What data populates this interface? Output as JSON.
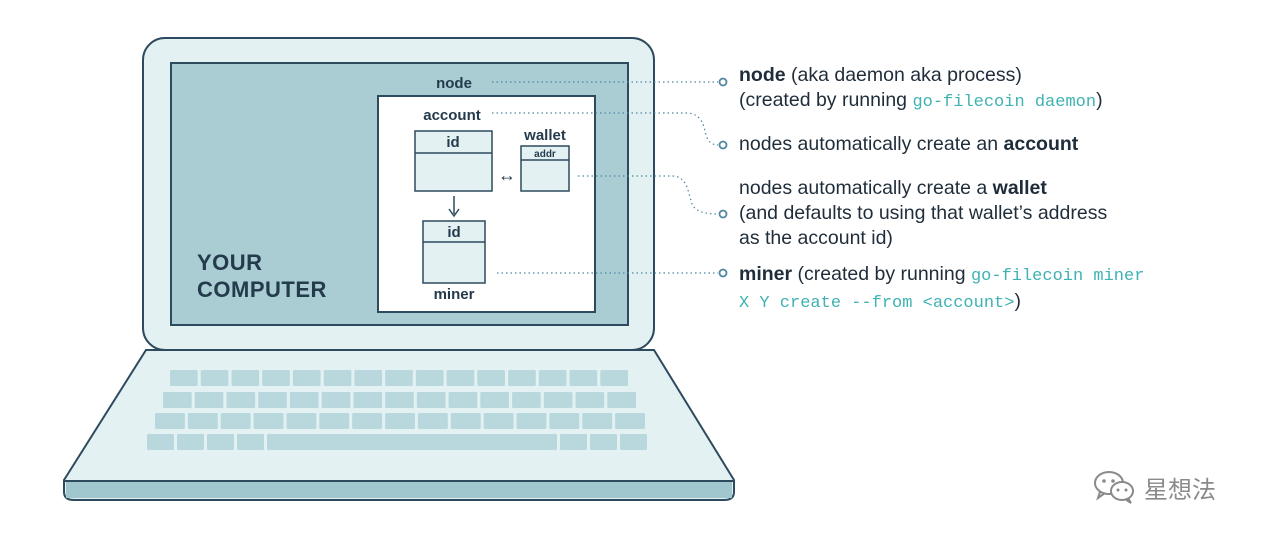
{
  "colors": {
    "laptop_body": "#e3f1f3",
    "screen": "#a9cdd3",
    "outline": "#2e4a5e",
    "accent_code": "#3fb2b2",
    "dotted_line": "#4f86a0"
  },
  "diagram": {
    "node_label": "node",
    "account_label": "account",
    "id_label_1": "id",
    "wallet_label": "wallet",
    "addr_label": "addr",
    "id_label_2": "id",
    "miner_label": "miner",
    "your_computer_line1": "YOUR",
    "your_computer_line2": "COMPUTER",
    "arrow_both": "↔"
  },
  "notes": {
    "node": {
      "bold": "node",
      "text1": " (aka daemon aka process)",
      "text2_pre": "(created by running ",
      "code": "go-filecoin daemon",
      "text2_post": ")"
    },
    "account": {
      "text": "nodes automatically create an ",
      "bold": "account"
    },
    "wallet": {
      "text1": "nodes automatically create a ",
      "bold": "wallet",
      "text2": "(and defaults to using that wallet’s address",
      "text3": "as the account id)"
    },
    "miner": {
      "bold": "miner",
      "text1": " (created by running ",
      "code1": "go-filecoin miner",
      "code2": "X Y create --from <account>",
      "text2": ")"
    }
  },
  "watermark": {
    "icon": "wechat-icon",
    "text": "星想法"
  }
}
